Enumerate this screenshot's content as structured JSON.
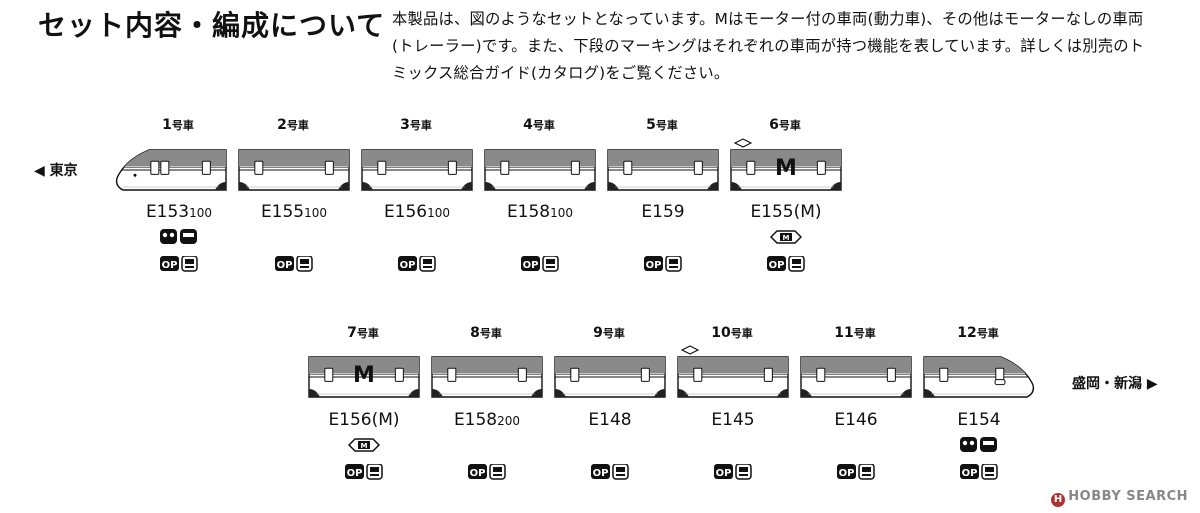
{
  "title": "セット内容・編成について",
  "description": [
    "本製品は、図のようなセットとなっています。Mはモーター付の車両(動力車)、その他はモーターなしの車両",
    "(トレーラー)です。また、下段のマーキングはそれぞれの車両が持つ機能を表しています。詳しくは別売のト",
    "ミックス総合ガイド(カタログ)をご覧ください。"
  ],
  "dest_left": "東京",
  "dest_right": "盛岡・新潟",
  "row1": [
    {
      "num": "1",
      "unit": "号車",
      "model": "E153",
      "sub": "100",
      "type": "cab-left",
      "motor": false,
      "pantograph": false,
      "headlight": true
    },
    {
      "num": "2",
      "unit": "号車",
      "model": "E155",
      "sub": "100",
      "type": "mid",
      "motor": false,
      "pantograph": false,
      "headlight": false
    },
    {
      "num": "3",
      "unit": "号車",
      "model": "E156",
      "sub": "100",
      "type": "mid",
      "motor": false,
      "pantograph": false,
      "headlight": false
    },
    {
      "num": "4",
      "unit": "号車",
      "model": "E158",
      "sub": "100",
      "type": "mid",
      "motor": false,
      "pantograph": false,
      "headlight": false
    },
    {
      "num": "5",
      "unit": "号車",
      "model": "E159",
      "sub": "",
      "type": "mid",
      "motor": false,
      "pantograph": false,
      "headlight": false
    },
    {
      "num": "6",
      "unit": "号車",
      "model": "E155(M)",
      "sub": "",
      "type": "mid",
      "motor": true,
      "pantograph": true,
      "headlight": false
    }
  ],
  "row2": [
    {
      "num": "7",
      "unit": "号車",
      "model": "E156(M)",
      "sub": "",
      "type": "mid",
      "motor": true,
      "pantograph": false,
      "headlight": false
    },
    {
      "num": "8",
      "unit": "号車",
      "model": "E158",
      "sub": "200",
      "type": "mid",
      "motor": false,
      "pantograph": false,
      "headlight": false
    },
    {
      "num": "9",
      "unit": "号車",
      "model": "E148",
      "sub": "",
      "type": "mid",
      "motor": false,
      "pantograph": false,
      "headlight": false
    },
    {
      "num": "10",
      "unit": "号車",
      "model": "E145",
      "sub": "",
      "type": "mid",
      "motor": false,
      "pantograph": true,
      "headlight": false
    },
    {
      "num": "11",
      "unit": "号車",
      "model": "E146",
      "sub": "",
      "type": "mid",
      "motor": false,
      "pantograph": false,
      "headlight": false
    },
    {
      "num": "12",
      "unit": "号車",
      "model": "E154",
      "sub": "",
      "type": "cab-right",
      "motor": false,
      "pantograph": false,
      "headlight": true
    }
  ],
  "motor_letter": "M",
  "icon_labels": {
    "op": "OP",
    "motor": "M"
  },
  "watermark": "HOBBY SEARCH"
}
